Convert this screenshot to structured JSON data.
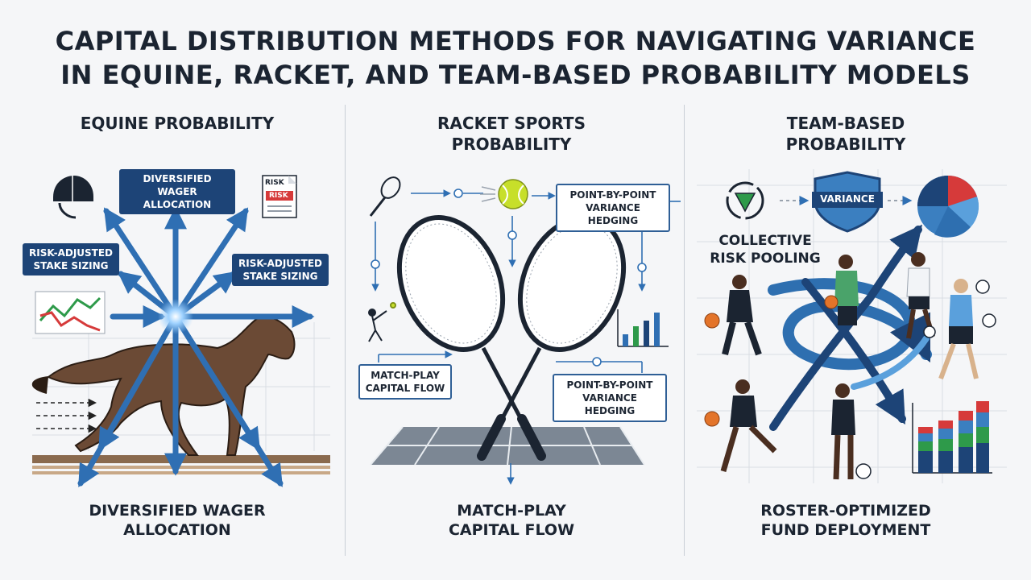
{
  "title": {
    "line1": "CAPITAL DISTRIBUTION METHODS FOR NAVIGATING VARIANCE",
    "line2": "IN EQUINE, RACKET, AND TEAM-BASED PROBABILITY MODELS"
  },
  "equine": {
    "heading": "EQUINE PROBABILITY",
    "box_top": "DIVERSIFIED WAGER ALLOCATION",
    "box_left": "RISK-ADJUSTED STAKE SIZING",
    "box_right": "RISK-ADJUSTED STAKE SIZING",
    "doc_label_1": "RISK",
    "doc_label_2": "RISK",
    "footer_1": "DIVERSIFIED WAGER",
    "footer_2": "ALLOCATION"
  },
  "racket": {
    "heading_1": "RACKET SPORTS",
    "heading_2": "PROBABILITY",
    "box_top_right_1": "POINT-BY-POINT",
    "box_top_right_2": "VARIANCE HEDGING",
    "box_left_1": "MATCH-PLAY",
    "box_left_2": "CAPITAL FLOW",
    "box_bottom_right_1": "POINT-BY-POINT",
    "box_bottom_right_2": "VARIANCE HEDGING",
    "footer_1": "MATCH-PLAY",
    "footer_2": "CAPITAL FLOW"
  },
  "team": {
    "heading_1": "TEAM-BASED",
    "heading_2": "PROBABILITY",
    "shield_label": "VARIANCE",
    "pooling_1": "COLLECTIVE",
    "pooling_2": "RISK POOLING",
    "footer_1": "ROSTER-OPTIMIZED",
    "footer_2": "FUND DEPLOYMENT"
  },
  "colors": {
    "navy": "#1d4477",
    "blue": "#2f6fb3",
    "light_blue": "#5aa0dc",
    "red": "#d63a3a",
    "green": "#2e9a4a",
    "brown": "#6b4a35"
  }
}
